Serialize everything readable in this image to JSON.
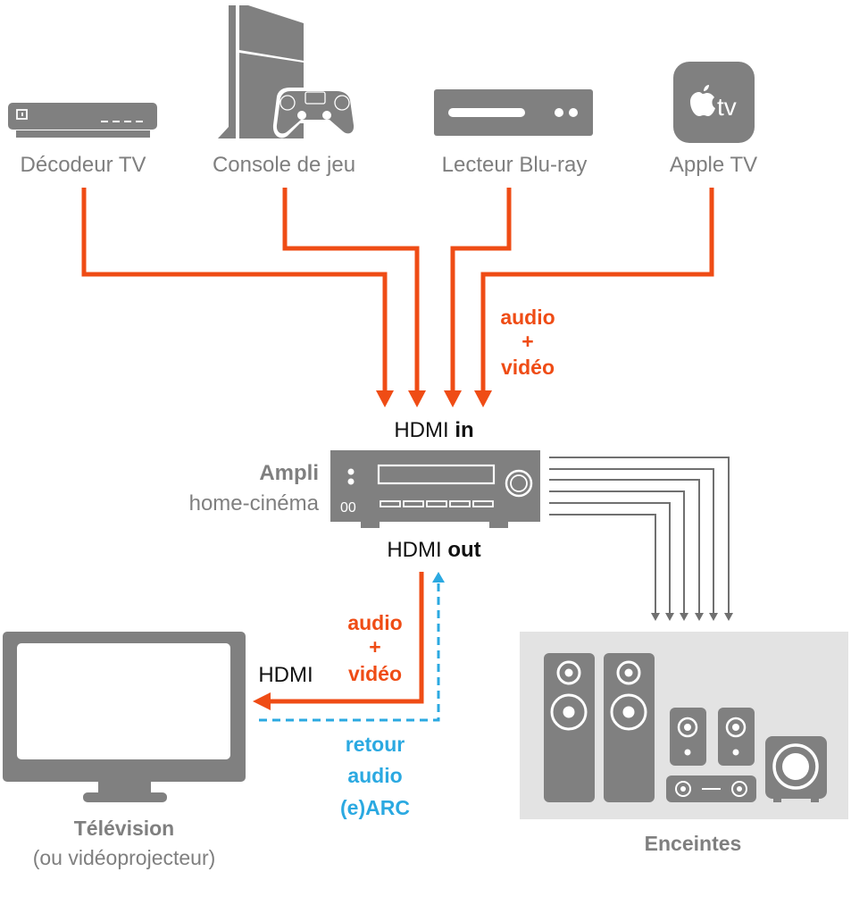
{
  "colors": {
    "signal_audio_video": "#ef4c15",
    "signal_arc": "#2ba9e1",
    "device_gray": "#808080",
    "speaker_wire": "#707070",
    "speaker_panel": "#e3e3e3"
  },
  "sources": [
    {
      "id": "decoder",
      "label": "Décodeur TV",
      "icon": "set-top-box-icon"
    },
    {
      "id": "console",
      "label": "Console de jeu",
      "icon": "game-console-icon"
    },
    {
      "id": "bluray",
      "label": "Lecteur Blu-ray",
      "icon": "bluray-player-icon"
    },
    {
      "id": "appletv",
      "label": "Apple TV",
      "icon": "apple-tv-icon",
      "badge_text": "tv"
    }
  ],
  "input_signal": {
    "line1": "audio",
    "line2": "+",
    "line3": "vidéo"
  },
  "amplifier": {
    "title": "Ampli",
    "subtitle": "home-cinéma",
    "hdmi_in_prefix": "HDMI",
    "hdmi_in_suffix": "in",
    "hdmi_out_prefix": "HDMI",
    "hdmi_out_suffix": "out",
    "display_code": "00"
  },
  "output_signal": {
    "line1": "audio",
    "line2": "+",
    "line3": "vidéo",
    "cable_label": "HDMI"
  },
  "return_signal": {
    "line1": "retour",
    "line2": "audio",
    "line3": "(e)ARC"
  },
  "television": {
    "title": "Télévision",
    "subtitle": "(ou vidéoprojecteur)"
  },
  "speakers": {
    "label": "Enceintes",
    "channel_count": 6
  }
}
